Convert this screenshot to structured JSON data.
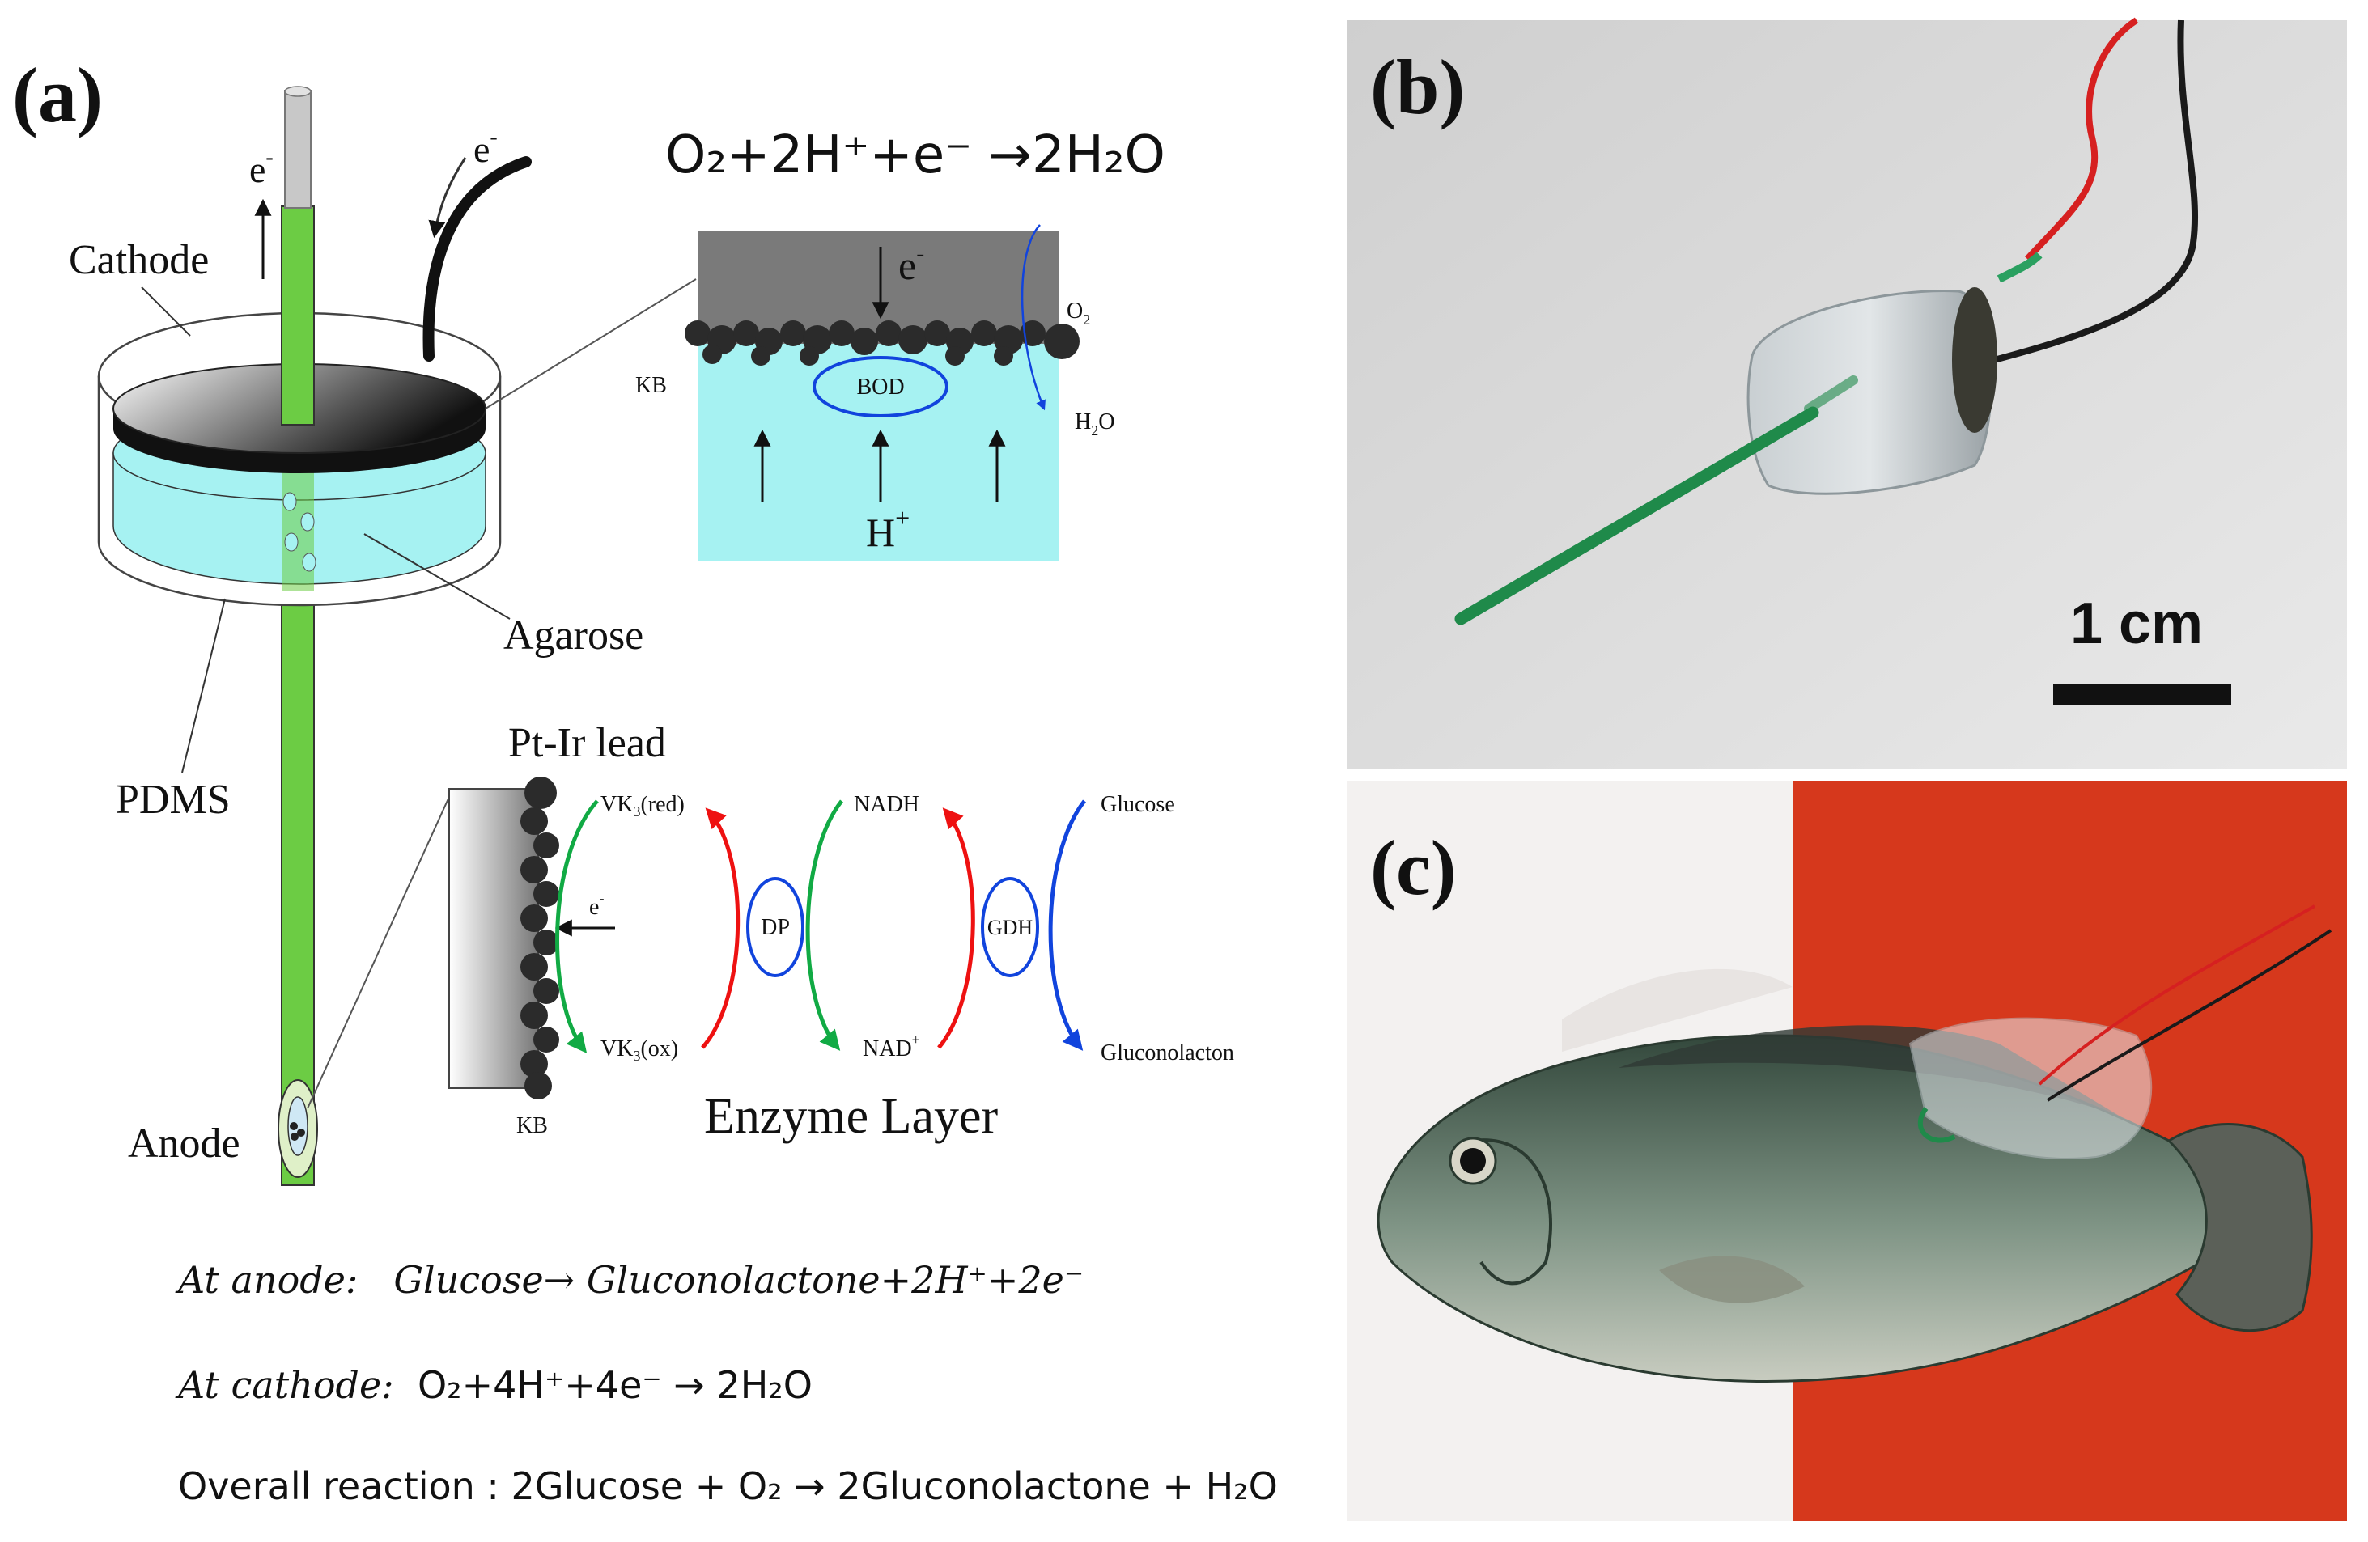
{
  "panels": {
    "a": "(a)",
    "b": "(b)",
    "c": "(c)"
  },
  "device": {
    "cathode": "Cathode",
    "agarose": "Agarose",
    "pdms": "PDMS",
    "anode": "Anode",
    "electron_left": "e",
    "electron_right": "e",
    "electron_sup": "-"
  },
  "cathode_detail": {
    "equation": "O₂+2H⁺+e⁻ →2H₂O",
    "electron": "e",
    "electron_sup": "-",
    "o2": "O",
    "o2_sub": "2",
    "h2o": "H",
    "h2o_sub": "2",
    "h2o_tail": "O",
    "kb": "KB",
    "bod": "BOD",
    "proton": "H",
    "proton_sup": "+"
  },
  "anode_detail": {
    "lead": "Pt-Ir  lead",
    "kb": "KB",
    "electron": "e",
    "electron_sup": "-",
    "vk3_red": "VK",
    "vk3_red_tail": "(red)",
    "vk3_ox": "VK",
    "vk3_ox_tail": "(ox)",
    "vk_sub": "3",
    "dp": "DP",
    "nadh": "NADH",
    "nad": "NAD",
    "nad_sup": "+",
    "gdh": "GDH",
    "glucose": "Glucose",
    "gluconolacton": "Gluconolacton",
    "enzyme_layer": "Enzyme Layer"
  },
  "reactions": {
    "anode_label": "At   anode:",
    "anode_eq": "Glucose→ Gluconolactone+2H⁺+2e⁻",
    "cathode_label": "At   cathode:",
    "cathode_eq": "O₂+4H⁺+4e⁻ → 2H₂O",
    "overall": "Overall reaction :  2Glucose + O₂ → 2Gluconolactone + H₂O"
  },
  "scale_bar": "1 cm",
  "colors": {
    "green_wire": "#6ccc44",
    "agarose": "#a6f2f2",
    "red_arrow": "#ee1111",
    "green_arrow": "#11aa44",
    "blue_arrow": "#1144dd",
    "fabric": "#d6381c"
  }
}
